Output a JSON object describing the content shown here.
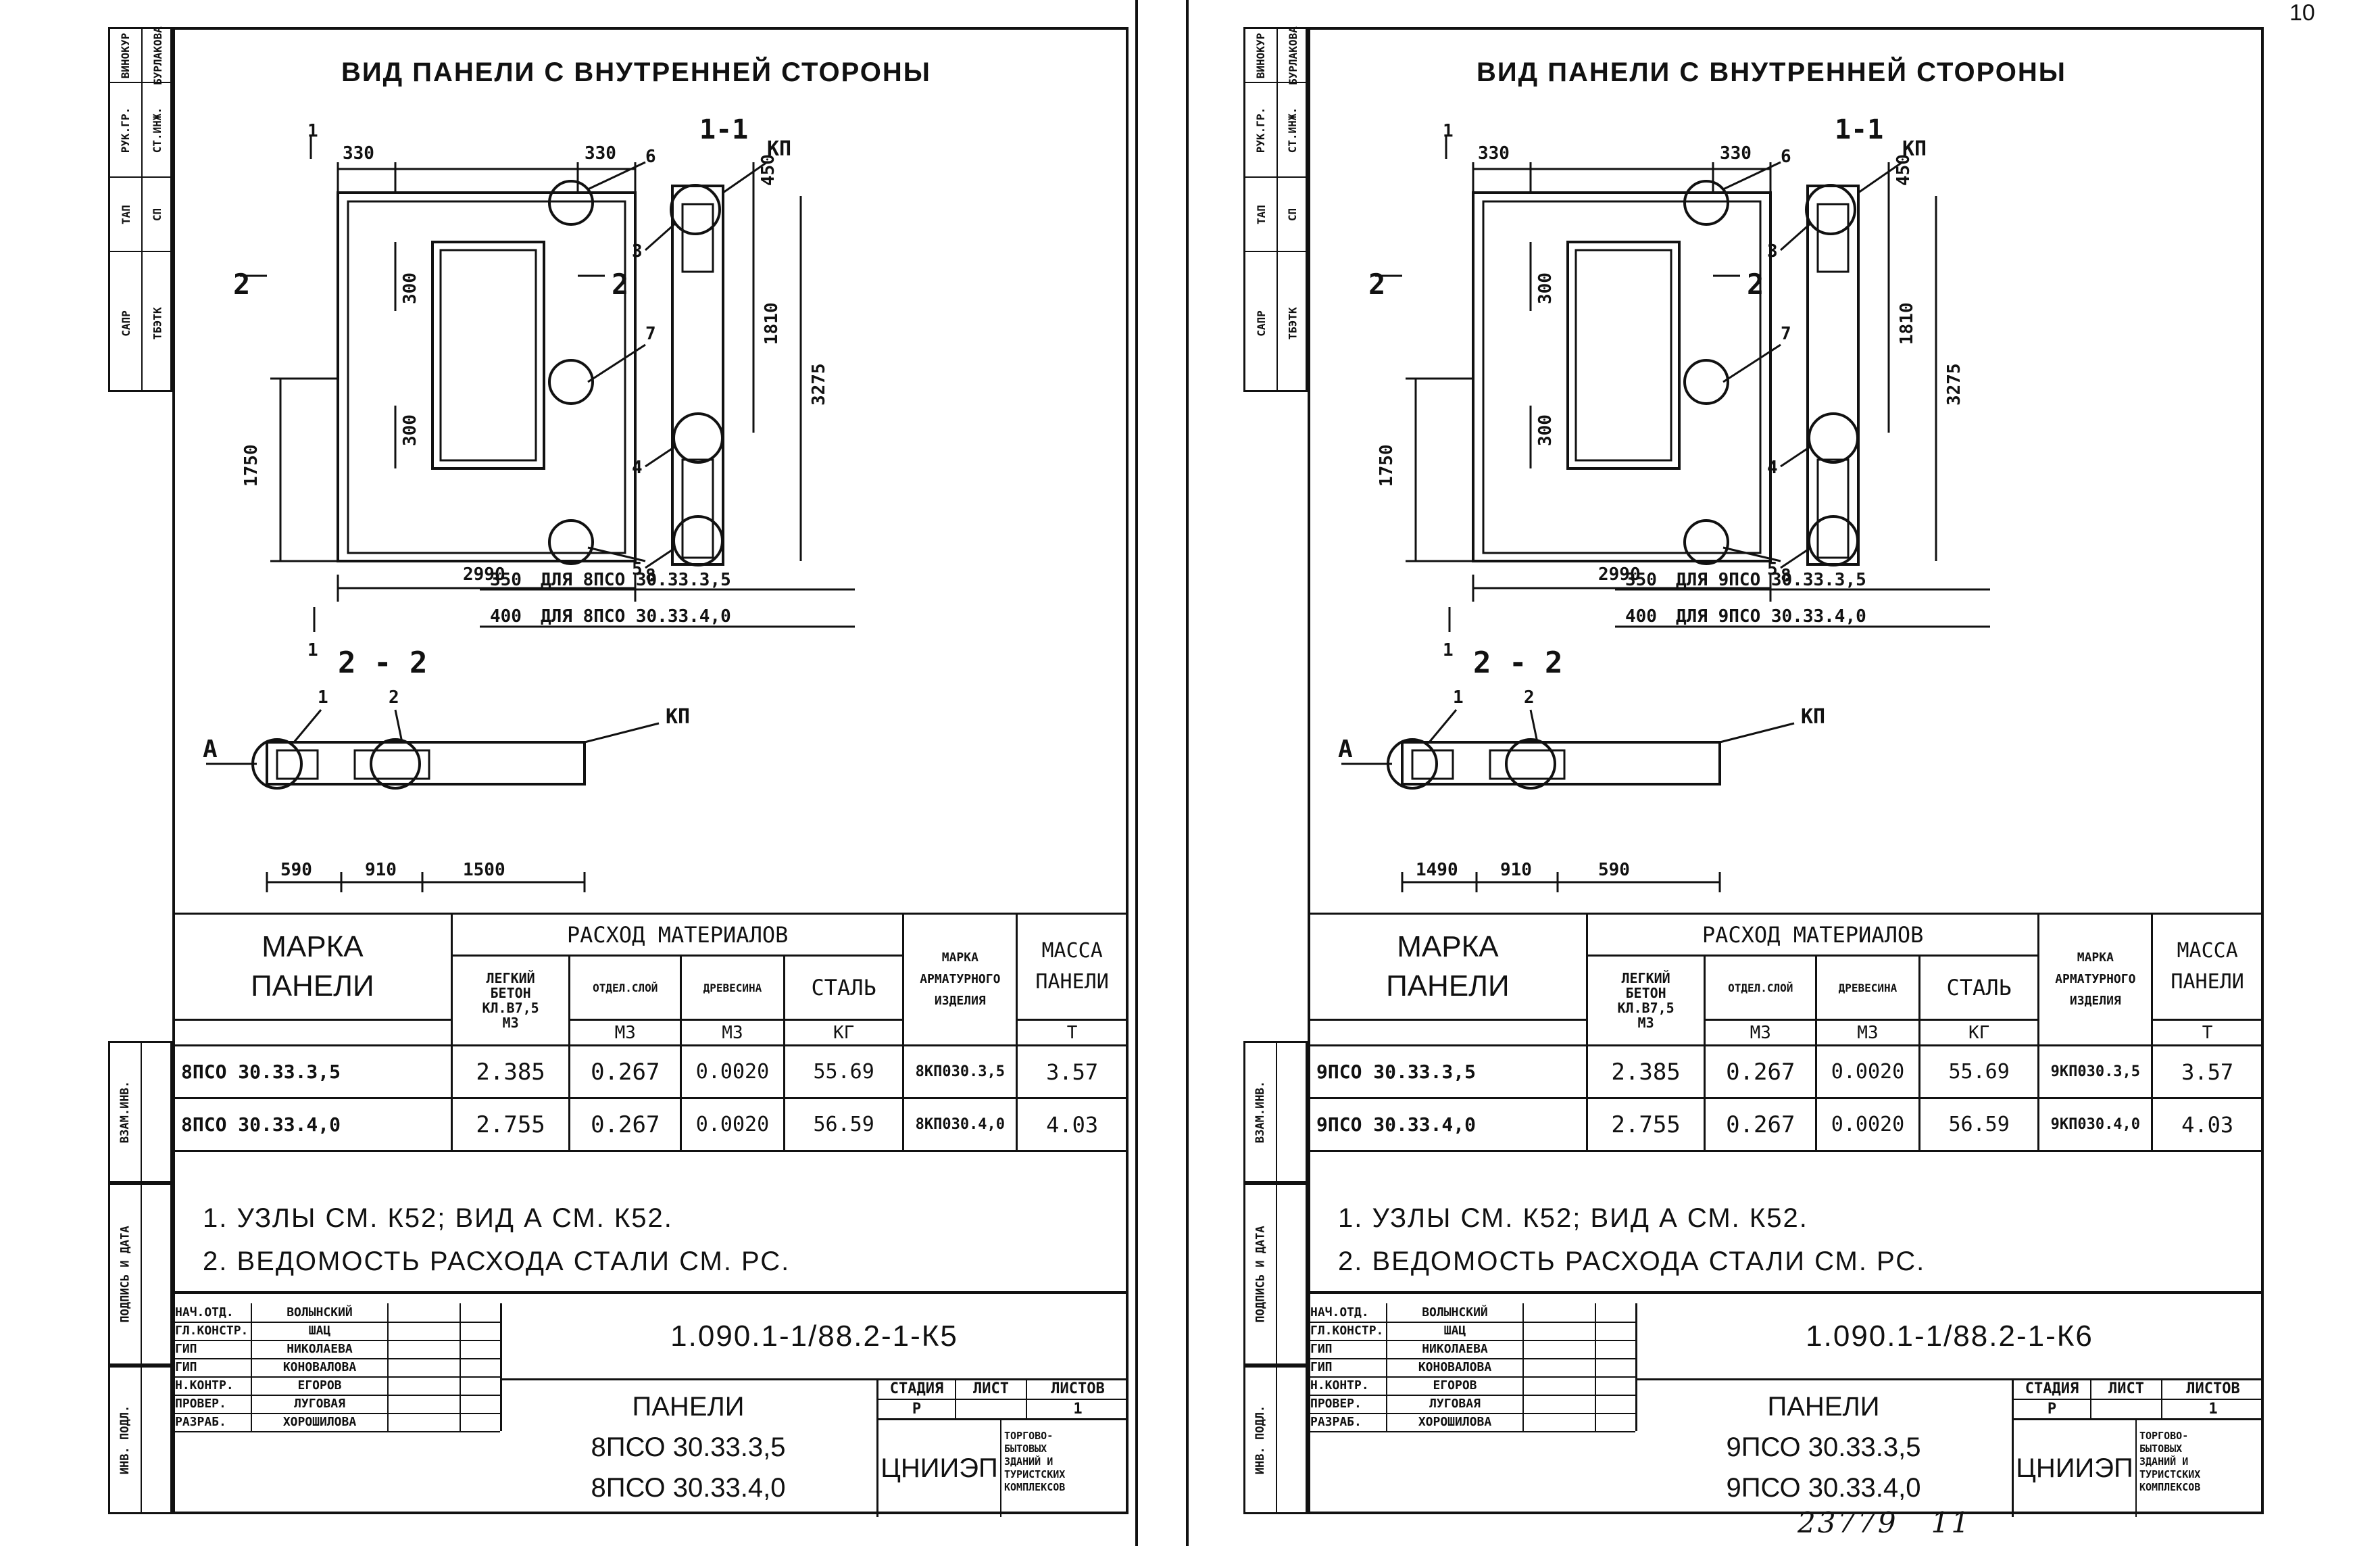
{
  "page_number": "10",
  "archive_number": "23779",
  "archive_suffix": "11",
  "stamp": {
    "row1": [
      "САПР",
      "ТАП",
      "РУК.ГР.",
      "ВИНОКУР"
    ],
    "row2": [
      "ТБЭТК",
      "СП",
      "СТ.ИНЖ.",
      "БУРЛАКОВА"
    ]
  },
  "side_labels": {
    "a": "ВЗАМ.ИНВ.",
    "b": "ПОДПИСЬ И ДАТА",
    "c": "ИНВ. ПОДЛ."
  },
  "table_head": {
    "mark": "МАРКА",
    "mark2": "ПАНЕЛИ",
    "materials": "РАСХОД МАТЕРИАЛОВ",
    "concrete_l1": "ЛЕГКИЙ",
    "concrete_l2": "БЕТОН",
    "concrete_l3": "КЛ.В7,5",
    "finish": "ОТДЕЛ.СЛОЙ",
    "wood": "ДРЕВЕСИНА",
    "steel": "СТАЛЬ",
    "rebar_l1": "МАРКА",
    "rebar_l2": "АРМАТУРНОГО",
    "rebar_l3": "ИЗДЕЛИЯ",
    "mass_l1": "МАССА",
    "mass_l2": "ПАНЕЛИ",
    "unit_m3": "М3",
    "unit_kg": "КГ",
    "unit_t": "Т"
  },
  "signatures": [
    {
      "role": "НАЧ.ОТД.",
      "name": "ВОЛЫНСКИЙ"
    },
    {
      "role": "ГЛ.КОНСТР.",
      "name": "ШАЦ"
    },
    {
      "role": "ГИП",
      "name": "НИКОЛАЕВА"
    },
    {
      "role": "ГИП",
      "name": "КОНОВАЛОВА"
    },
    {
      "role": "Н.КОНТР.",
      "name": "ЕГОРОВ"
    },
    {
      "role": "ПРОВЕР.",
      "name": "ЛУГОВАЯ"
    },
    {
      "role": "РАЗРАБ.",
      "name": "ХОРОШИЛОВА"
    }
  ],
  "stage_head": {
    "stage": "СТАДИЯ",
    "sheet": "ЛИСТ",
    "sheets": "ЛИСТОВ"
  },
  "stage_vals": {
    "stage": "Р",
    "sheet": "",
    "sheets": "1"
  },
  "org": "ЦНИИЭП",
  "org_sub": [
    "ТОРГОВО-",
    "БЫТОВЫХ",
    "ЗДАНИЙ И",
    "ТУРИСТСКИХ",
    "КОМПЛЕКСОВ"
  ],
  "drawing": {
    "title": "ВИД ПАНЕЛИ С ВНУТРЕННЕЙ СТОРОНЫ",
    "section11": "1-1",
    "section22": "2 - 2",
    "kp": "КП",
    "arrow_a": "А",
    "cut1": "1",
    "cut2": "2",
    "d330": "330",
    "d300": "300",
    "d1750": "1750",
    "d2990": "2990",
    "d450": "450",
    "d1810": "1810",
    "d3275": "3275",
    "d350": "350",
    "d400": "400",
    "d910": "910",
    "d590": "590",
    "d1500": "1500",
    "d1490": "1490",
    "callouts": [
      "1",
      "2",
      "3",
      "4",
      "5",
      "6",
      "7",
      "8"
    ]
  },
  "sheets": [
    {
      "code": "1.090.1-1/88.2-1-К5",
      "panel_word": "ПАНЕЛИ",
      "panel_names": [
        "8ПСО 30.33.3,5",
        "8ПСО 30.33.4,0"
      ],
      "note_350": "ДЛЯ 8ПСО 30.33.3,5",
      "note_400": "ДЛЯ 8ПСО 30.33.4,0",
      "rows": [
        {
          "mark": "8ПСО 30.33.3,5",
          "concrete": "2.385",
          "finish": "0.267",
          "wood": "0.0020",
          "steel": "55.69",
          "rebar": "8КП030.3,5",
          "mass": "3.57"
        },
        {
          "mark": "8ПСО 30.33.4,0",
          "concrete": "2.755",
          "finish": "0.267",
          "wood": "0.0020",
          "steel": "56.59",
          "rebar": "8КП030.4,0",
          "mass": "4.03"
        }
      ],
      "notes": [
        "1. УЗЛЫ СМ. К52; ВИД А СМ. К52.",
        "2. ВЕДОМОСТЬ РАСХОДА СТАЛИ СМ. РС."
      ]
    },
    {
      "code": "1.090.1-1/88.2-1-К6",
      "panel_word": "ПАНЕЛИ",
      "panel_names": [
        "9ПСО 30.33.3,5",
        "9ПСО 30.33.4,0"
      ],
      "note_350": "ДЛЯ 9ПСО 30.33.3,5",
      "note_400": "ДЛЯ 9ПСО 30.33.4,0",
      "rows": [
        {
          "mark": "9ПСО 30.33.3,5",
          "concrete": "2.385",
          "finish": "0.267",
          "wood": "0.0020",
          "steel": "55.69",
          "rebar": "9КП030.3,5",
          "mass": "3.57"
        },
        {
          "mark": "9ПСО 30.33.4,0",
          "concrete": "2.755",
          "finish": "0.267",
          "wood": "0.0020",
          "steel": "56.59",
          "rebar": "9КП030.4,0",
          "mass": "4.03"
        }
      ],
      "notes": [
        "1. УЗЛЫ СМ. К52; ВИД А СМ. К52.",
        "2. ВЕДОМОСТЬ РАСХОДА СТАЛИ СМ. РС."
      ]
    }
  ]
}
